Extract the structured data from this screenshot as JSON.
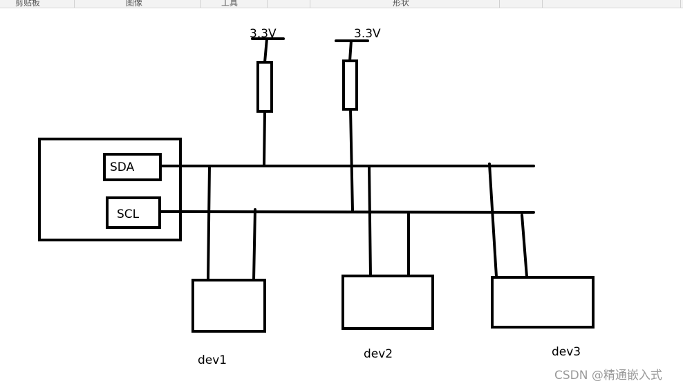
{
  "ribbon": {
    "groups": [
      "剪贴板",
      "图像",
      "工具",
      "形状"
    ]
  },
  "diagram": {
    "supply_left": "3.3V",
    "supply_right": "3.3V",
    "pin_sda": "SDA",
    "pin_scl": "SCL",
    "device_1": "dev1",
    "device_2": "dev2",
    "device_3": "dev3"
  },
  "watermark": "CSDN @精通嵌入式"
}
